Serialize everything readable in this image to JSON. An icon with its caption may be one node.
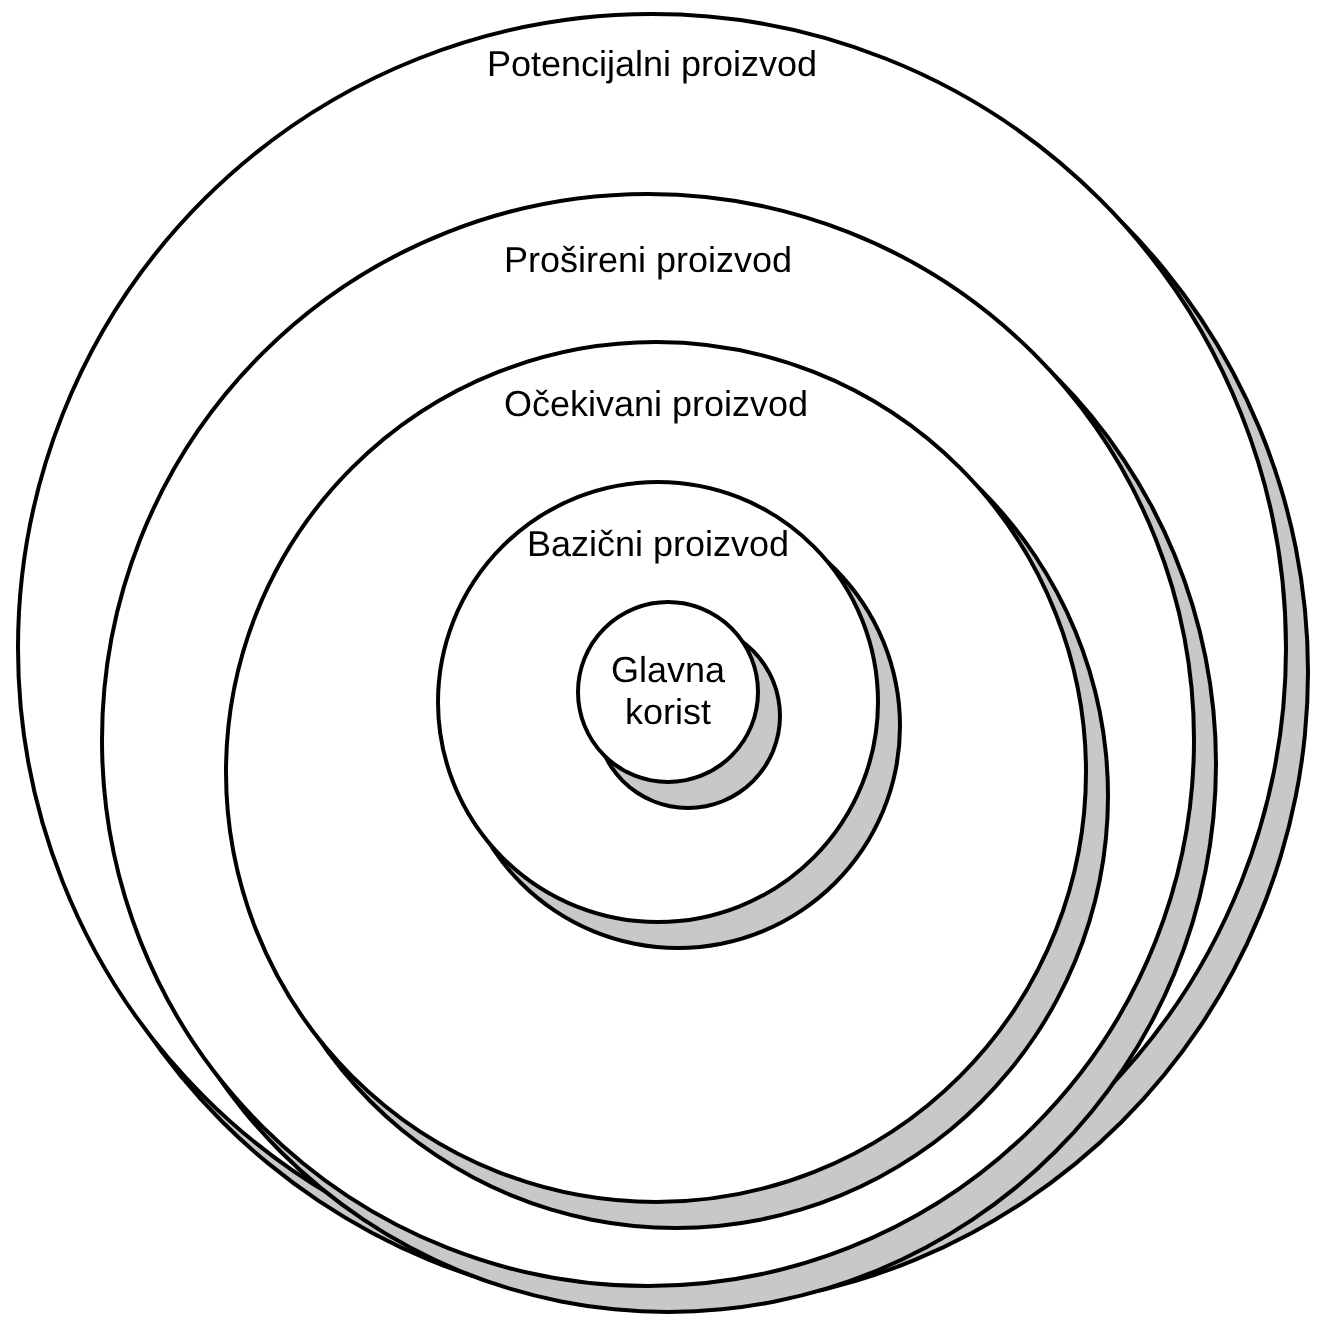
{
  "diagram": {
    "nodes": [
      {
        "text": [
          "Potencijalni proizvod"
        ]
      },
      {
        "text": [
          "Prošireni proizvod"
        ],
        "in": 0
      },
      {
        "text": [
          "Očekivani proizvod"
        ],
        "in": 1
      },
      {
        "text": [
          "Bazični proizvod"
        ],
        "in": 2
      },
      {
        "text": [
          "Glavna korist"
        ],
        "in": 3
      }
    ]
  }
}
